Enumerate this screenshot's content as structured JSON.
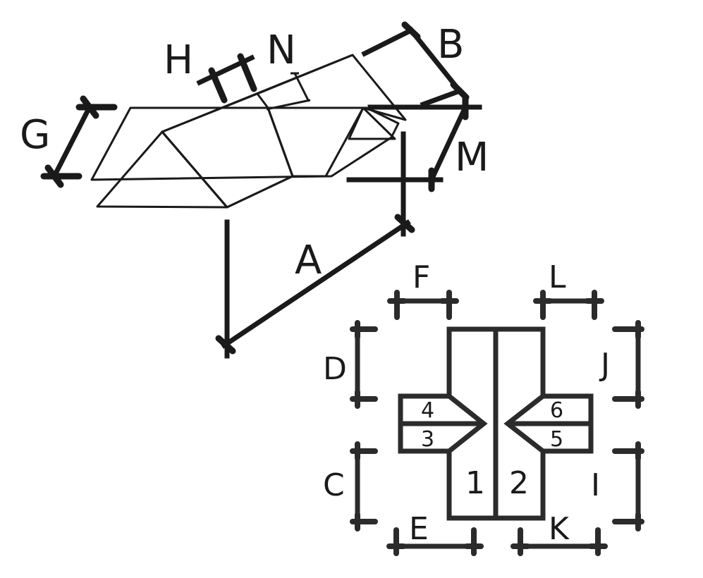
{
  "labels": {
    "A": "A",
    "B": "B",
    "G": "G",
    "H": "H",
    "N": "N",
    "M": "M",
    "C": "C",
    "D": "D",
    "E": "E",
    "F": "F",
    "I": "I",
    "J": "J",
    "K": "K",
    "L": "L"
  },
  "panels": {
    "p1": "1",
    "p2": "2",
    "p3": "3",
    "p4": "4",
    "p5": "5",
    "p6": "6"
  },
  "colors": {
    "line": "#1a1a1a",
    "face_light": "#dcdcdc",
    "face_mid": "#bdbdbd",
    "face_white": "#ffffff"
  }
}
